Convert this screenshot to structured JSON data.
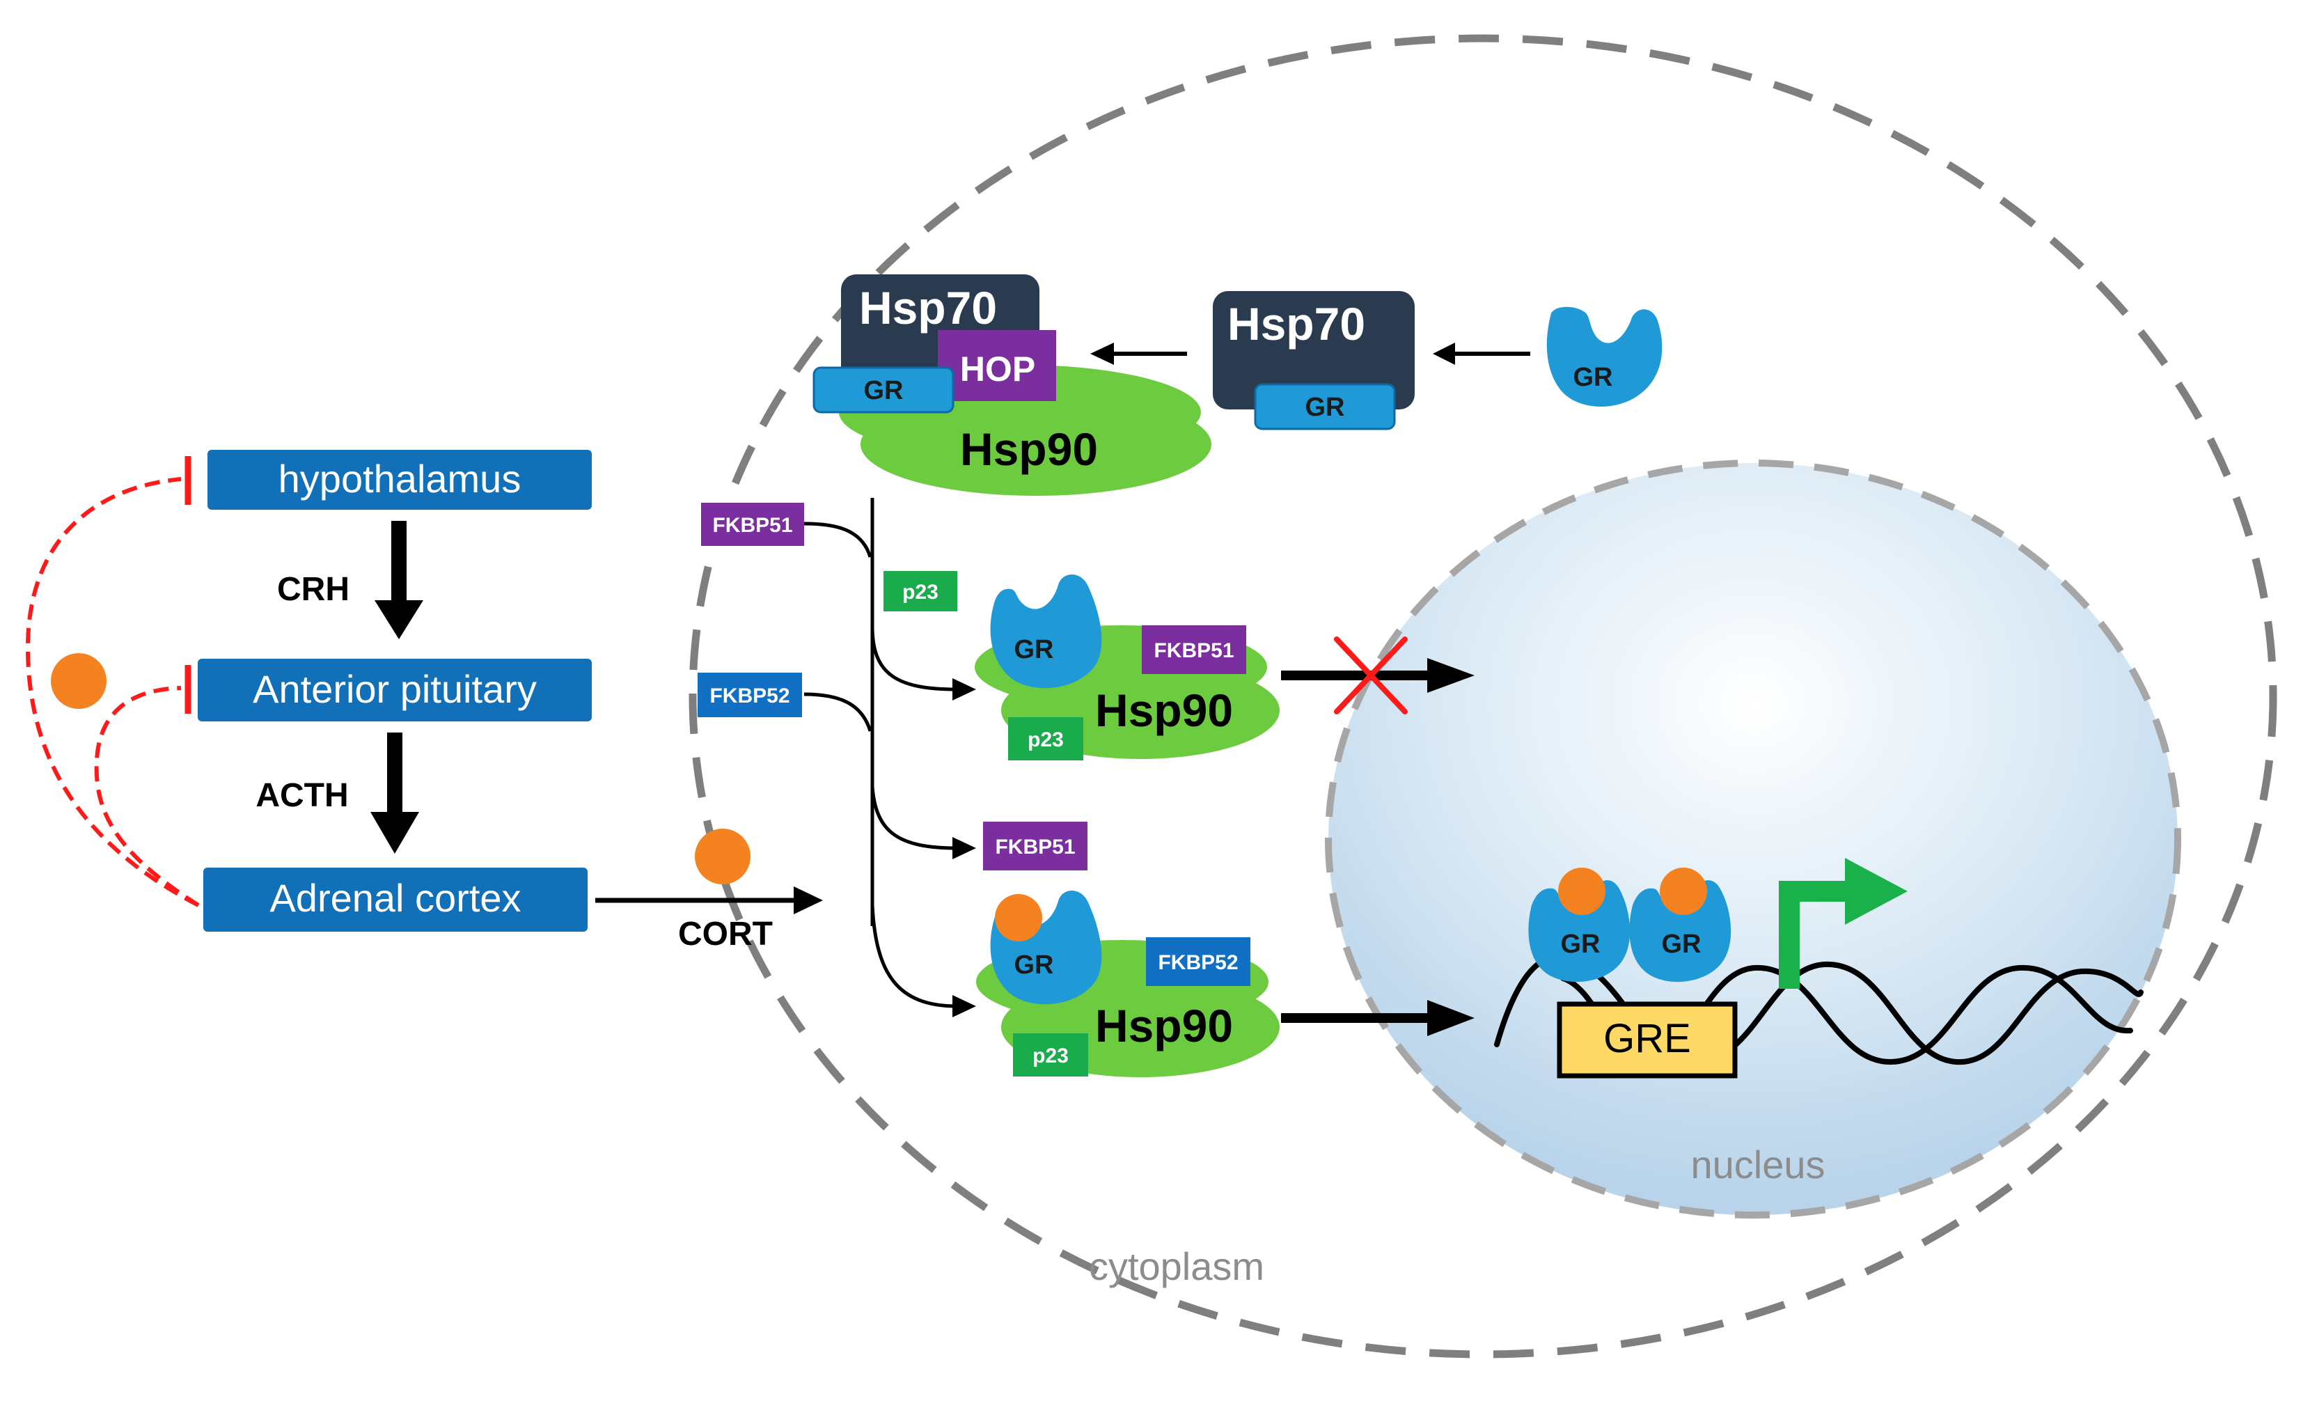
{
  "hpa": {
    "hypothalamus": "hypothalamus",
    "crh": "CRH",
    "anterior_pituitary": "Anterior pituitary",
    "acth": "ACTH",
    "adrenal_cortex": "Adrenal cortex",
    "cort": "CORT"
  },
  "compartments": {
    "cytoplasm": "cytoplasm",
    "nucleus": "nucleus"
  },
  "proteins": {
    "hsp70": "Hsp70",
    "hsp90": "Hsp90",
    "hop": "HOP",
    "gr": "GR",
    "fkbp51": "FKBP51",
    "fkbp52": "FKBP52",
    "p23": "p23",
    "gre": "GRE"
  },
  "colors": {
    "hpa_box": "#1170b8",
    "gr_blue": "#1f9ad6",
    "hsp70_dark": "#2a3b4f",
    "hsp90_green": "#6ccb3e",
    "fkbp51_purple": "#7b2f9e",
    "fkbp52_blue": "#1170c4",
    "p23_green": "#1aac4c",
    "cort_orange": "#f58220",
    "feedback_red": "#ff1a1a",
    "gre_yellow": "#ffd966",
    "transcription_arrow": "#1ab04c",
    "membrane_gray": "#7f7f7f"
  },
  "icons": {
    "block_marker": "cross-icon",
    "transcription_start": "bent-arrow-icon"
  }
}
